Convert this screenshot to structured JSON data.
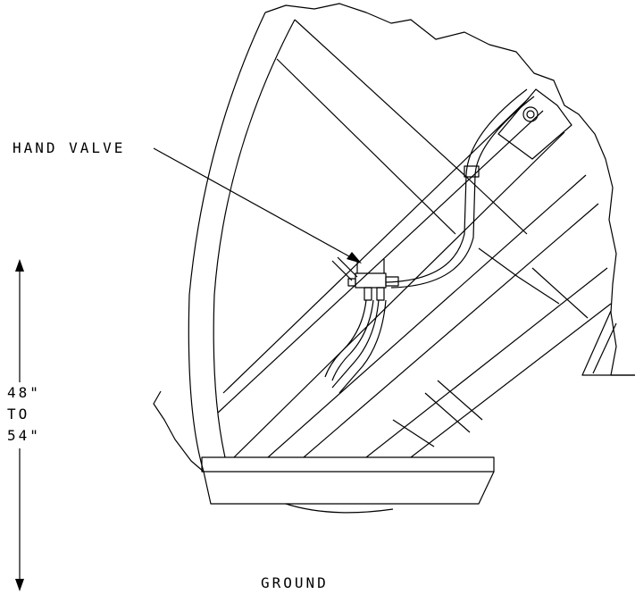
{
  "labels": {
    "hand_valve": "HAND VALVE",
    "ground": "GROUND",
    "height_line1": "48\"",
    "height_line2": "TO",
    "height_line3": "54\""
  }
}
